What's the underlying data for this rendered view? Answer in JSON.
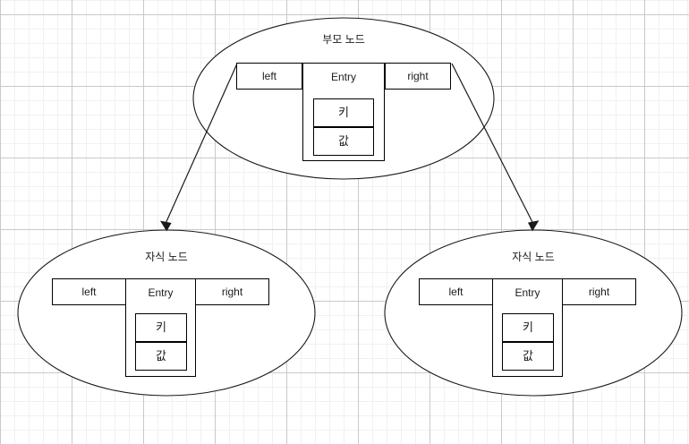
{
  "diagram": {
    "title_alt": "",
    "background": {
      "grid_minor_color": "#f1f1f1",
      "grid_major_color": "#c9c9c9",
      "page_color": "#ffffff"
    },
    "stroke_color": "#1a1a1a",
    "box_border_color": "#000000",
    "text_color": "#1c1c1c",
    "nodes": [
      {
        "id": "parent",
        "label": "부모 노드",
        "fields": {
          "left": "left",
          "entry": "Entry",
          "key": "키",
          "value": "값"
        }
      },
      {
        "id": "child-left",
        "label": "자식 노드",
        "fields": {
          "left": "left",
          "entry": "Entry",
          "key": "키",
          "value": "값"
        }
      },
      {
        "id": "child-right",
        "label": "자식 노드",
        "fields": {
          "left": "left",
          "entry": "Entry",
          "key": "키",
          "value": "값"
        }
      }
    ],
    "edges": [
      {
        "id": "edge-left",
        "from": "parent.left",
        "to": "child-left",
        "arrow": "arrow-head-icon"
      },
      {
        "id": "edge-right",
        "from": "parent.right",
        "to": "child-right",
        "arrow": "arrow-head-icon"
      }
    ],
    "field_labels": {
      "right": "right"
    }
  }
}
